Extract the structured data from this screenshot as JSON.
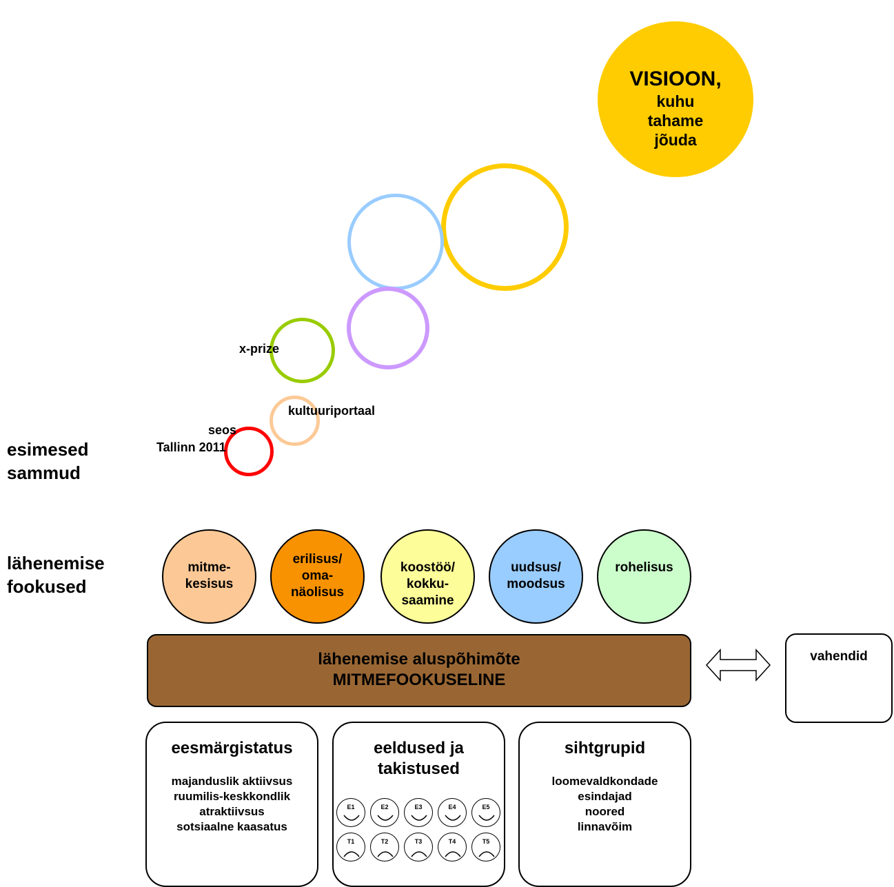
{
  "vision": {
    "title": "VISIOON,",
    "lines": [
      "kuhu",
      "tahame",
      "jõuda"
    ]
  },
  "steps": {
    "xprize": "x-prize",
    "kultuuriportaal": "kultuuriportaal",
    "seos_line1": "seos",
    "seos_line2": "Tallinn 2011"
  },
  "side_labels": {
    "esimesed_line1": "esimesed",
    "esimesed_line2": "sammud",
    "lahenemise_line1": "lähenemise",
    "lahenemise_line2": "fookused"
  },
  "focuses": [
    {
      "lines": [
        "mitme-",
        "kesisus"
      ],
      "color": "#fcc996"
    },
    {
      "lines": [
        "erilisus/",
        "oma-",
        "näolisus"
      ],
      "color": "#f99200"
    },
    {
      "lines": [
        "koostöö/",
        "kokku-",
        "saamine"
      ],
      "color": "#fdfd99"
    },
    {
      "lines": [
        "uudsus/",
        "moodsus"
      ],
      "color": "#99ccff"
    },
    {
      "lines": [
        "rohelisus"
      ],
      "color": "#ccfecc"
    }
  ],
  "principle": {
    "line1": "lähenemise aluspõhimõte",
    "line2": "MITMEFOOKUSELINE",
    "color": "#996633"
  },
  "vahendid": "vahendid",
  "goals": {
    "title": "eesmärgistatus",
    "lines": [
      "majanduslik aktiivsus",
      "ruumilis-keskkondlik",
      "atraktiivsus",
      "sotsiaalne kaasatus"
    ]
  },
  "prerequisites": {
    "title_line1": "eeldused ja",
    "title_line2": "takistused",
    "enablers": [
      "E1",
      "E2",
      "E3",
      "E4",
      "E5"
    ],
    "obstacles": [
      "T1",
      "T2",
      "T3",
      "T4",
      "T5"
    ]
  },
  "targets": {
    "title": "sihtgrupid",
    "lines": [
      "loomevaldkondade",
      "esindajad",
      "noored",
      "linnavõim"
    ]
  },
  "colors": {
    "vision": "#fecc00",
    "ring_yellow": "#fecc00",
    "ring_blue": "#99ccff",
    "ring_purple": "#cc99ff",
    "ring_green": "#99cc00",
    "ring_peach": "#fcc996",
    "ring_red": "#ff0000"
  }
}
